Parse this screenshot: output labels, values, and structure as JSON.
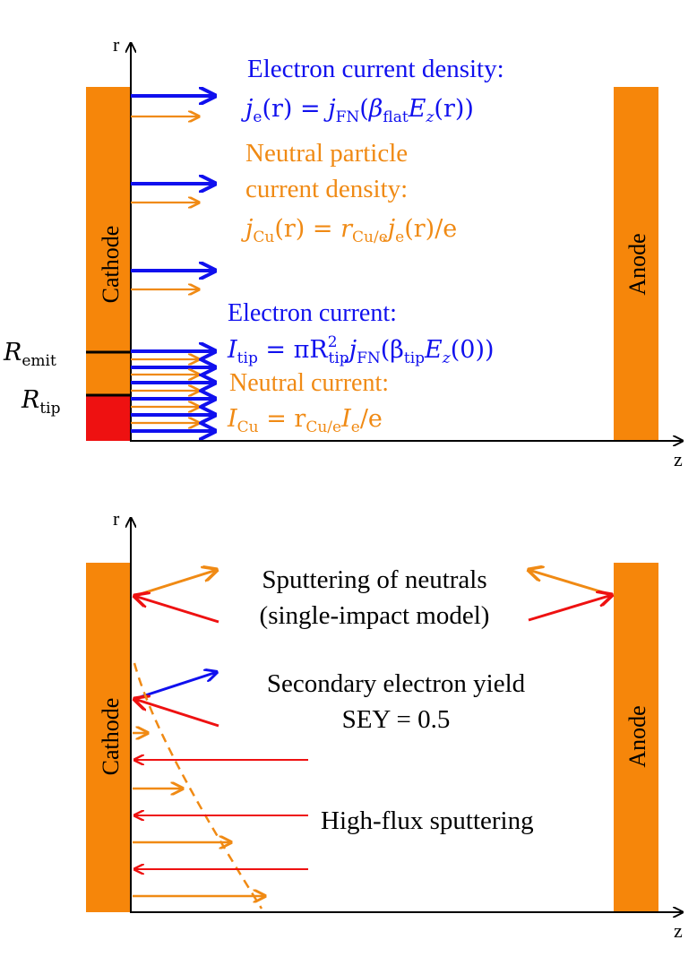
{
  "colors": {
    "electrode": "#f6860a",
    "tip": "#ee1111",
    "electron": "#1010ee",
    "neutral": "#f08a14",
    "ion": "#ee1111",
    "axis": "#000000"
  },
  "top": {
    "axis_r": "r",
    "axis_z": "z",
    "cathode_label": "Cathode",
    "anode_label": "Anode",
    "r_emit_main": "R",
    "r_emit_sub": "emit",
    "r_tip_main": "R",
    "r_tip_sub": "tip",
    "ecd_title": "Electron current density:",
    "ecd_eq": {
      "j": "j",
      "e": "e",
      "r_arg": "(r) = ",
      "fn": "j",
      "fn_sub": "FN",
      "paren": "(",
      "beta": "β",
      "flat": "flat",
      "E": "E",
      "z": "z",
      "close": "(r))"
    },
    "ncd_line1": "Neutral particle",
    "ncd_line2": "current density:",
    "ncd_eq": {
      "j": "j",
      "cu": "Cu",
      "r_arg": "(r) = ",
      "rr": "r",
      "rr_sub": "Cu/e",
      "je": "j",
      "e": "e",
      "tail": "(r)/e"
    },
    "ec_title": "Electron current:",
    "ec_eq": {
      "I": "I",
      "tip": "tip",
      "eq": " = πR",
      "sup2": "2",
      "tip2": "tip",
      "fn": "j",
      "fn_sub": "FN",
      "paren": "(β",
      "tip3": "tip",
      "E": "E",
      "z": "z",
      "close": "(0))"
    },
    "nc_title": "Neutral current:",
    "nc_eq": {
      "I": "I",
      "cu": "Cu",
      "eq": " = r",
      "rr_sub": "Cu/e",
      "Ie": "I",
      "e": "e",
      "tail": "/e"
    }
  },
  "bottom": {
    "axis_r": "r",
    "axis_z": "z",
    "cathode_label": "Cathode",
    "anode_label": "Anode",
    "sputter_line1": "Sputtering of neutrals",
    "sputter_line2": "(single-impact model)",
    "sey_line1": "Secondary electron yield",
    "sey_line2": "SEY = 0.5",
    "hf_label": "High-flux sputtering"
  }
}
